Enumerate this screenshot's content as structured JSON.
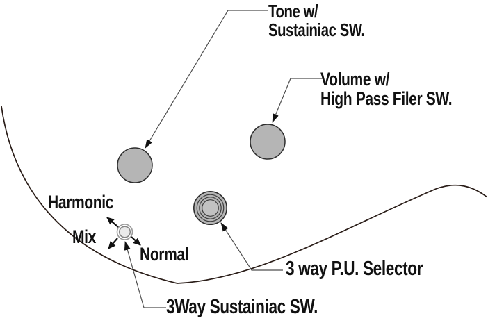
{
  "diagram": {
    "type": "guitar-controls-callout-diagram",
    "background": "#ffffff",
    "colors": {
      "text": "#111111",
      "body_outline": "#2a1d18",
      "leader_line": "#4d4d4d",
      "arrow": "#111111",
      "knob_fill": "#b5b5b5",
      "knob_stroke": "#2d2d2d",
      "selector_fill": "#b5b5b5",
      "selector_inner_fill": "#c2c2c2",
      "switch_fill": "#eaeaea",
      "switch_ring_stroke": "#9a9a9a",
      "switch_inner_stroke": "#868686"
    },
    "callouts": {
      "tone": {
        "line1": "Tone w/",
        "line2": "Sustainiac SW."
      },
      "volume": {
        "line1": "Volume w/",
        "line2": "High Pass Filer SW."
      },
      "pu_selector": {
        "label": "3 way P.U. Selector"
      },
      "sustainiac_switch": {
        "label": "3Way Sustainiac SW."
      }
    },
    "switch_positions": {
      "harmonic": "Harmonic",
      "mix": "Mix",
      "normal": "Normal"
    }
  }
}
